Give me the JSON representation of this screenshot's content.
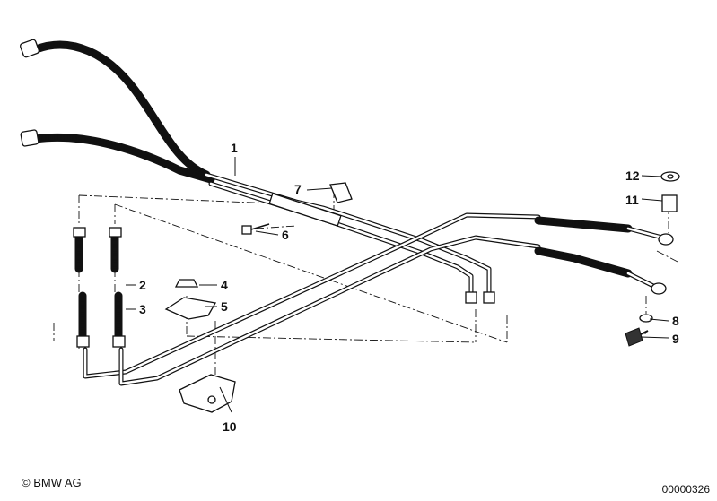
{
  "diagram": {
    "callouts": [
      {
        "id": "1",
        "label": "1"
      },
      {
        "id": "2",
        "label": "2"
      },
      {
        "id": "3",
        "label": "3"
      },
      {
        "id": "4",
        "label": "4"
      },
      {
        "id": "5",
        "label": "5"
      },
      {
        "id": "6",
        "label": "6"
      },
      {
        "id": "7",
        "label": "7"
      },
      {
        "id": "8",
        "label": "8"
      },
      {
        "id": "9",
        "label": "9"
      },
      {
        "id": "10",
        "label": "10"
      },
      {
        "id": "11",
        "label": "11"
      },
      {
        "id": "12",
        "label": "12"
      }
    ]
  },
  "footer": {
    "copyright": "© BMW AG",
    "code": "00000326"
  }
}
